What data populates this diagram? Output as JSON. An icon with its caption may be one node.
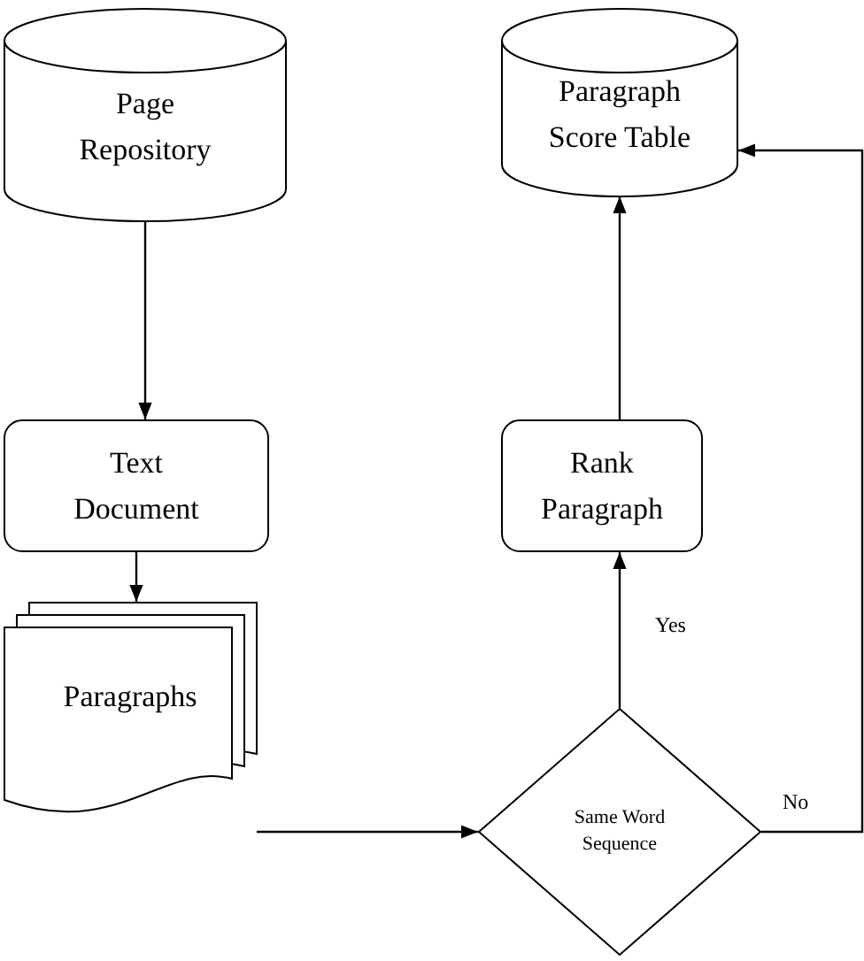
{
  "diagram": {
    "nodes": [
      {
        "text": [
          "Page Repository"
        ]
      },
      {
        "text": [
          "Paragraph Score Table"
        ]
      },
      {
        "text": [
          "Text Document"
        ]
      },
      {
        "text": [
          "Rank Paragraph"
        ]
      },
      {
        "text": [
          "Paragraphs"
        ]
      },
      {
        "text": [
          "Same Word Sequence"
        ]
      }
    ],
    "edges": [
      {
        "from": 0,
        "to": 2,
        "arrow": "to"
      },
      {
        "from": 2,
        "to": 4,
        "arrow": "to"
      },
      {
        "from": 4,
        "to": 5,
        "arrow": "to"
      },
      {
        "from": 5,
        "to": 3,
        "arrow": "to",
        "label": "Yes"
      },
      {
        "from": 3,
        "to": 1,
        "arrow": "to"
      },
      {
        "from": 5,
        "to": 1,
        "arrow": "to",
        "label": "No"
      }
    ]
  }
}
